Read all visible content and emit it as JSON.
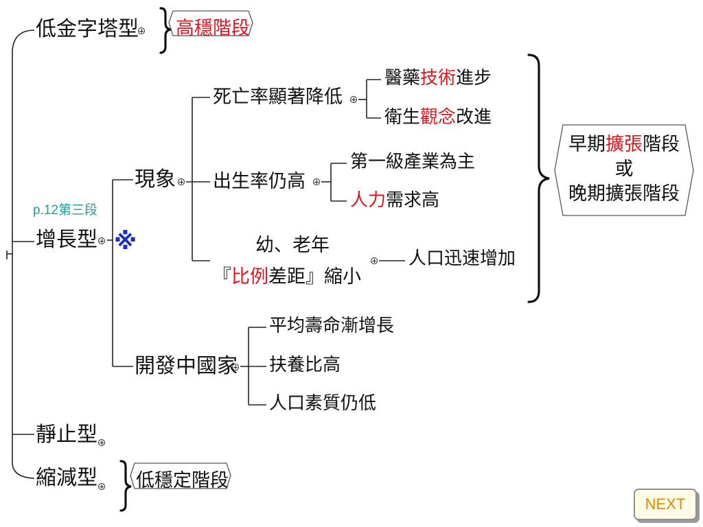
{
  "root_types": {
    "low_pyramid": "低金字塔型",
    "growth": "增長型",
    "stationary": "靜止型",
    "shrinking": "縮減型"
  },
  "stages": {
    "high_stable": "高穩階段",
    "low_stable": "低穩定階段",
    "expansion_early_pre": "早期",
    "expansion_early_hl": "擴張",
    "expansion_early_post": "階段",
    "or": "或",
    "expansion_late": "晚期擴張階段"
  },
  "growth_branch": {
    "reference": "p.12第三段",
    "asterisk": "※",
    "phenomena": "現象",
    "developing": "開發中國家"
  },
  "phenomena_items": {
    "death_rate": "死亡率顯著降低",
    "birth_rate": "出生率仍高",
    "age_line1": "幼、老年",
    "age_line2_open": "『",
    "age_line2_hl": "比例",
    "age_line2_rest": "差距』縮小"
  },
  "death_causes": {
    "medical_pre": "醫藥",
    "medical_hl": "技術",
    "medical_post": "進步",
    "hygiene_pre": "衛生",
    "hygiene_hl": "觀念",
    "hygiene_post": "改進"
  },
  "birth_causes": {
    "primary_industry": "第一級產業為主",
    "labor_hl": "人力",
    "labor_post": "需求高"
  },
  "age_result": "人口迅速增加",
  "developing_items": {
    "life_expectancy": "平均壽命漸增長",
    "dependency": "扶養比高",
    "quality": "人口素質仍低"
  },
  "nav": {
    "next": "NEXT"
  },
  "colors": {
    "highlight": "#e0141e",
    "reference": "#1f9e9e",
    "asterisk": "#1d2fb8",
    "next_text": "#e08a00"
  }
}
